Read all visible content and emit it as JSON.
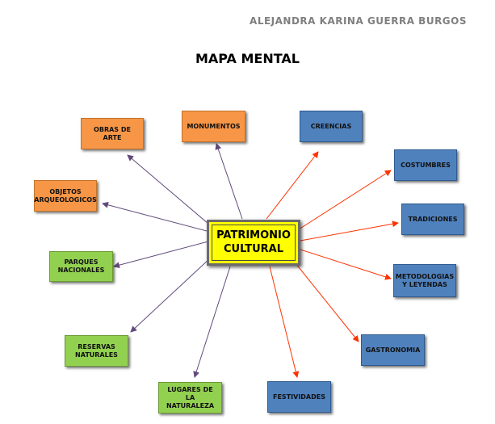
{
  "author": "ALEJANDRA KARINA GUERRA BURGOS",
  "title": "MAPA MENTAL",
  "center": "PATRIMONIO CULTURAL",
  "colors": {
    "orange": "#f79646",
    "green": "#92d050",
    "blue": "#4f81bd",
    "center": "#ffff00",
    "left_arrow": "#604a7b",
    "right_arrow": "#ff3300"
  },
  "nodes": {
    "obras_de_arte": "OBRAS DE ARTE",
    "monumentos": "MONUMENTOS",
    "creencias": "CREENCIAS",
    "costumbres": "COSTUMBRES",
    "tradiciones": "TRADICIONES",
    "metodologias": "METODOLOGIAS Y LEYENDAS",
    "gastronomia": "GASTRONOMIA",
    "festividades": "FESTIVIDADES",
    "lugares": "LUGARES DE LA NATURALEZA",
    "reservas": "RESERVAS NATURALES",
    "parques": "PARQUES NACIONALES",
    "objetos": "OBJETOS ARQUEOLOGICOS"
  }
}
